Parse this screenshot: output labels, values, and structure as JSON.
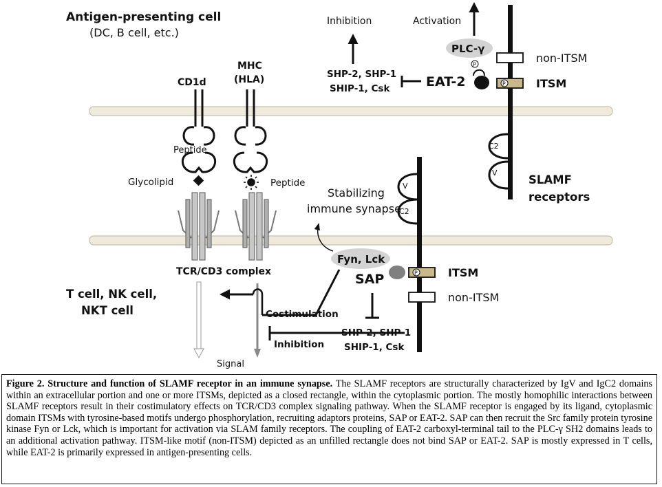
{
  "apc": {
    "title": "Antigen-presenting cell",
    "subtitle": "(DC, B cell, etc.)"
  },
  "tcell": {
    "line1": "T cell, NK cell,",
    "line2": "NKT cell"
  },
  "molecules": {
    "cd1d": "CD1d",
    "mhc_line1": "MHC",
    "mhc_line2": "(HLA)",
    "peptide_top": "Peptide",
    "glycolipid": "Glycolipid",
    "peptide_side": "Peptide",
    "tcr_cd3": "TCR/CD3 complex",
    "signal": "Signal"
  },
  "top_pathway": {
    "inhibition": "Inhibition",
    "activation": "Activation",
    "plc": "PLC-γ",
    "eat2": "EAT-2",
    "phosphatases_line1": "SHP-2, SHP-1",
    "phosphatases_line2": "SHIP-1, Csk",
    "p_mark": "P"
  },
  "receptor_labels": {
    "non_itsm_top": "non-ITSM",
    "itsm_top": "ITSM",
    "c2_top": "C2",
    "v_top": "V",
    "slamf_line1": "SLAMF",
    "slamf_line2": "receptors",
    "v_bottom": "V",
    "c2_bottom": "C2",
    "itsm_bottom": "ITSM",
    "non_itsm_bottom": "non-ITSM"
  },
  "bottom_pathway": {
    "stabilizing_line1": "Stabilizing",
    "stabilizing_line2": "immune synapse",
    "fyn_lck": "Fyn, Lck",
    "sap": "SAP",
    "costimulation": "Costimulation",
    "inhibition": "Inhibition",
    "phosphatases_line1": "SHP-2, SHP-1",
    "phosphatases_line2": "SHIP-1, Csk",
    "p_mark": "P"
  },
  "caption": {
    "title": "Figure 2. Structure and function of SLAMF receptor in an immune synapse.",
    "body": " The SLAMF receptors are structurally characterized by IgV and IgC2 domains within an extracellular portion and one or more ITSMs, depicted as a closed rectangle, within the cytoplasmic portion. The mostly homophilic interactions between SLAMF receptors result in their costimulatory effects on TCR/CD3 complex signaling pathway. When the SLAMF receptor is engaged by its ligand, cytoplasmic domain ITSMs with tyrosine-based motifs undergo phosphorylation, recruiting adaptors proteins, SAP or EAT-2. SAP can then recruit the Src family protein tyrosine kinase Fyn or Lck, which is important for activation via SLAM family receptors. The coupling of EAT-2 carboxyl-terminal tail to the PLC-γ SH2 domains leads to an additional activation pathway. ITSM-like motif (non-ITSM) depicted as an unfilled rectangle does not bind SAP or EAT-2. SAP is mostly expressed in T cells, while EAT-2 is primarily expressed in antigen-presenting cells."
  },
  "colors": {
    "membrane_fill": "#efeadb",
    "membrane_edge": "#b9b39f",
    "itsm_fill": "#c9b98a",
    "protein_oval": "#d3d3d3",
    "sap_blob": "#808080",
    "tcr_fill": "#b0b0b0"
  }
}
